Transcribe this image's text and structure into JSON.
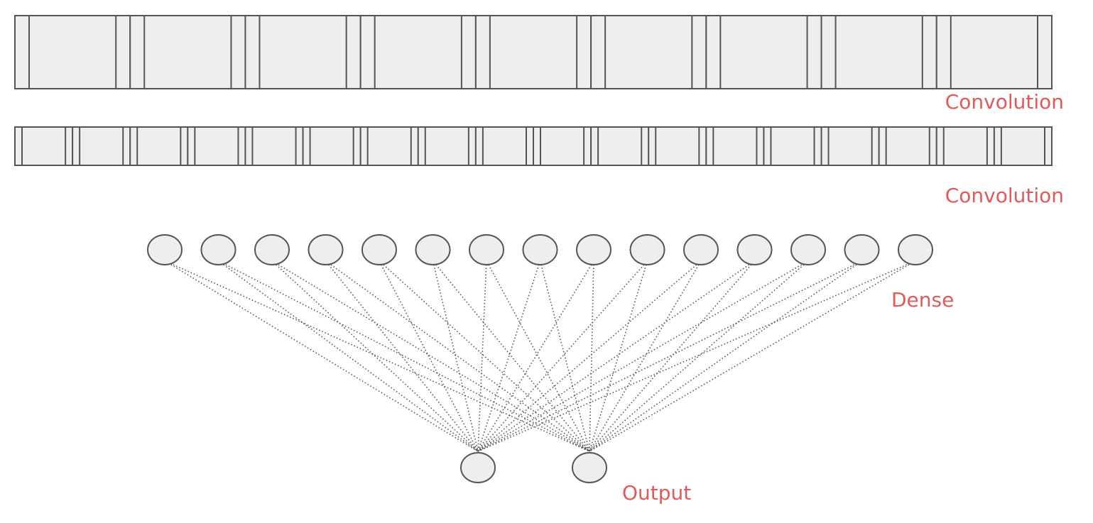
{
  "colors": {
    "label": "#e05a5a",
    "stroke": "#555555",
    "fill": "#eeeeee",
    "connection": "#555555"
  },
  "layers": {
    "conv1": {
      "label": "Convolution",
      "filter_count": 9
    },
    "conv2": {
      "label": "Convolution",
      "filter_count": 18
    },
    "dense": {
      "label": "Dense",
      "neuron_count": 15
    },
    "output": {
      "label": "Output",
      "neuron_count": 2
    }
  }
}
